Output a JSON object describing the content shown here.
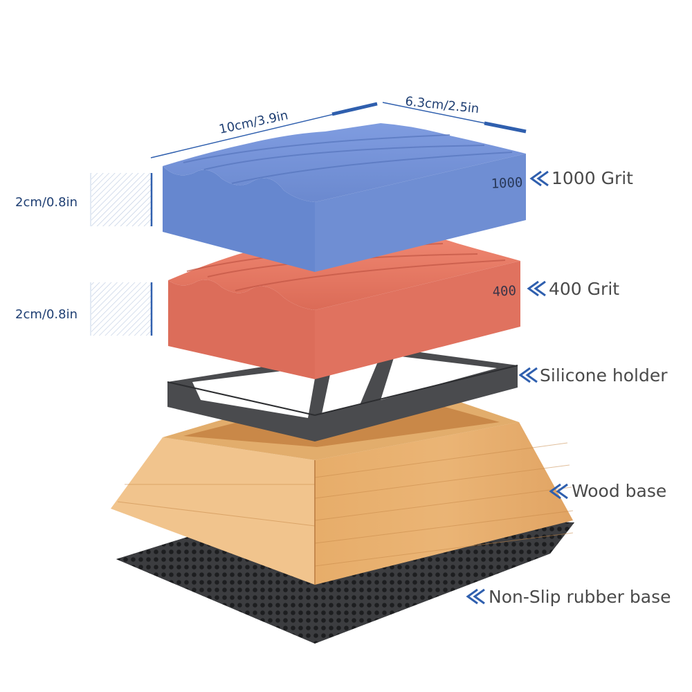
{
  "dimensions": {
    "length": "10cm/3.9in",
    "width": "6.3cm/2.5in",
    "top_height": "2cm/0.8in",
    "bottom_height": "2cm/0.8in"
  },
  "stones": {
    "top_stamp": "1000",
    "bottom_stamp": "400"
  },
  "callouts": {
    "top_stone": "1000 Grit",
    "bottom_stone": "400 Grit",
    "holder": "Silicone holder",
    "base": "Wood base",
    "mat": "Non-Slip rubber base"
  },
  "colors": {
    "blue_stone": "#6f8ed3",
    "red_stone": "#e0725f",
    "holder": "#4a4b4e",
    "wood": "#e2ad6c",
    "mat": "#3c3d40",
    "accent": "#2f5fae"
  }
}
